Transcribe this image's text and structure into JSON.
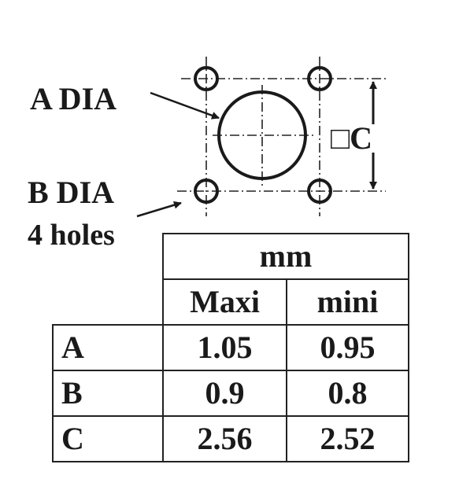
{
  "labels": {
    "a_dia": "A DIA",
    "c_square": "□C",
    "b_dia": "B DIA",
    "b_holes": "4 holes"
  },
  "table": {
    "unit": "mm",
    "columns": [
      "Maxi",
      "mini"
    ],
    "rows": [
      {
        "label": "A",
        "values": [
          "1.05",
          "0.95"
        ]
      },
      {
        "label": "B",
        "values": [
          "0.9",
          "0.8"
        ]
      },
      {
        "label": "C",
        "values": [
          "2.56",
          "2.52"
        ]
      }
    ]
  }
}
